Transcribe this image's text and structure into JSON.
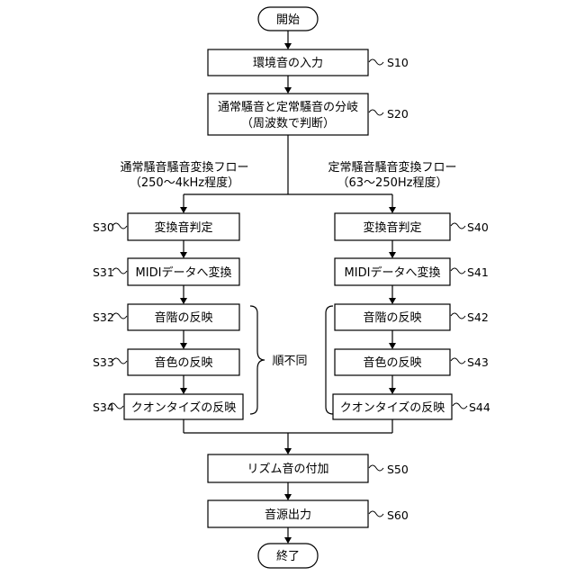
{
  "diagram": {
    "start": "開始",
    "end": "終了",
    "steps": {
      "s10": {
        "label": "環境音の入力",
        "id": "S10"
      },
      "s20": {
        "line1": "通常騒音と定常騒音の分岐",
        "line2": "（周波数で判断）",
        "id": "S20"
      },
      "s50": {
        "label": "リズム音の付加",
        "id": "S50"
      },
      "s60": {
        "label": "音源出力",
        "id": "S60"
      }
    },
    "left_branch": {
      "title": "通常騒音騒音変換フロー",
      "range": "（250～4kHz程度）",
      "steps": [
        {
          "label": "変換音判定",
          "id": "S30"
        },
        {
          "label": "MIDIデータへ変換",
          "id": "S31"
        },
        {
          "label": "音階の反映",
          "id": "S32"
        },
        {
          "label": "音色の反映",
          "id": "S33"
        },
        {
          "label": "クオンタイズの反映",
          "id": "S34"
        }
      ]
    },
    "right_branch": {
      "title": "定常騒音騒音変換フロー",
      "range": "（63～250Hz程度）",
      "steps": [
        {
          "label": "変換音判定",
          "id": "S40"
        },
        {
          "label": "MIDIデータへ変換",
          "id": "S41"
        },
        {
          "label": "音階の反映",
          "id": "S42"
        },
        {
          "label": "音色の反映",
          "id": "S43"
        },
        {
          "label": "クオンタイズの反映",
          "id": "S44"
        }
      ]
    },
    "order_note": "順不同"
  }
}
